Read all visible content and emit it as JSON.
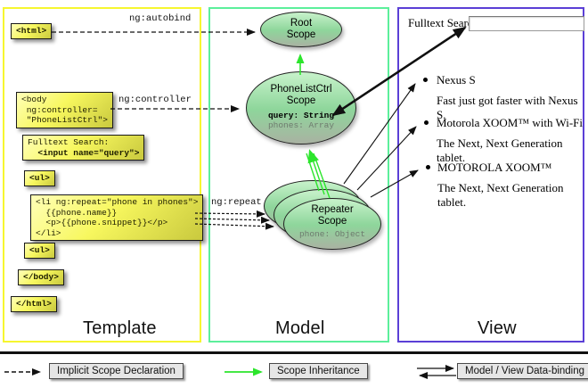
{
  "columns": {
    "template": {
      "title": "Template"
    },
    "model": {
      "title": "Model"
    },
    "view": {
      "title": "View"
    }
  },
  "template_col": {
    "boxes": {
      "html_open": "<html>",
      "body_lines": [
        "<body",
        " ng:controller=",
        " \"PhoneListCtrl\">"
      ],
      "fulltext_label": "Fulltext Search:",
      "fulltext_input": "  <input name=\"query\">",
      "ul_open": "<ul>",
      "li_lines": [
        "<li ng:repeat=\"phone in phones\">",
        "  {{phone.name}}",
        "  <p>{{phone.snippet}}</p>",
        "</li>"
      ],
      "ul_close": "<ul>",
      "body_close": "</body>",
      "html_close": "</html>"
    },
    "labels": {
      "autobind": "ng:autobind",
      "controller": "ng:controller",
      "repeat": "ng:repeat"
    }
  },
  "model_col": {
    "root_scope": {
      "l1": "Root",
      "l2": "Scope"
    },
    "phonelist_scope": {
      "l1": "PhoneListCtrl",
      "l2": "Scope",
      "p1": "query: String",
      "p2": "phones: Array"
    },
    "repeater_scope": {
      "l1": "Repeater",
      "l2": "Scope",
      "p1": "phone: Object"
    }
  },
  "view_col": {
    "search_label": "Fulltext Search:",
    "search_value": "",
    "items": [
      {
        "title": "Nexus S",
        "desc": "Fast just got faster with Nexus S."
      },
      {
        "title": "Motorola XOOM™  with Wi-Fi",
        "desc": "The Next, Next Generation tablet."
      },
      {
        "title": "MOTOROLA XOOM™",
        "desc": "The Next, Next Generation tablet."
      }
    ]
  },
  "legend": {
    "implicit": "Implicit Scope Declaration",
    "inheritance": "Scope Inheritance",
    "binding": "Model / View Data-binding"
  },
  "colors": {
    "template_border": "#f6f62f",
    "model_border": "#5cef9b",
    "view_border": "#5b3fd6",
    "codebox_yellow": "#f7f75e",
    "scope_green": "#8ed69b",
    "inheritance_arrow": "#2ce52c"
  }
}
